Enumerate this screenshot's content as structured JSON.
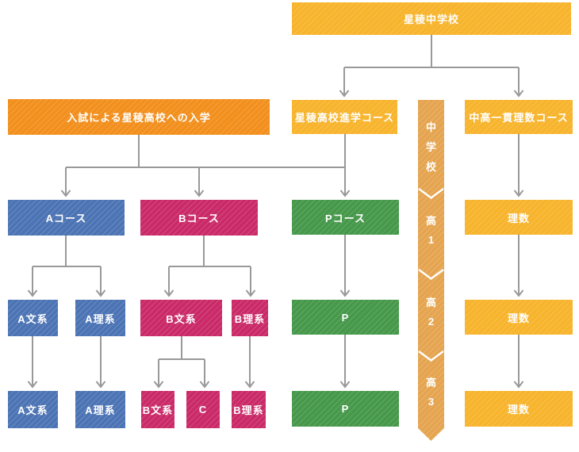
{
  "palette": {
    "yellow": "#f7b42c",
    "orange": "#f28f1d",
    "ribbon_orange": "#e5a44f",
    "blue": "#4c74b4",
    "pink": "#ca2a68",
    "green": "#46984a",
    "connector_gray": "#999999",
    "text_white": "#ffffff"
  },
  "nodes": {
    "junior_high": {
      "label": "星稜中学校"
    },
    "exam_entry": {
      "label": "入試による星稜高校への入学"
    },
    "shingaku_course": {
      "label": "星稜高校進学コース"
    },
    "ikkan_course": {
      "label": "中高一貫理数コース"
    },
    "course_a": {
      "label": "Aコース"
    },
    "course_b": {
      "label": "Bコース"
    },
    "course_p": {
      "label": "Pコース"
    },
    "risu_h1": {
      "label": "理数"
    },
    "a_bunkei_h2": {
      "label": "A文系"
    },
    "a_rikei_h2": {
      "label": "A理系"
    },
    "b_bunkei_h2": {
      "label": "B文系"
    },
    "b_rikei_h2": {
      "label": "B理系"
    },
    "p_h2": {
      "label": "P"
    },
    "risu_h2": {
      "label": "理数"
    },
    "a_bunkei_h3": {
      "label": "A文系"
    },
    "a_rikei_h3": {
      "label": "A理系"
    },
    "b_bunkei_h3": {
      "label": "B文系"
    },
    "c_h3": {
      "label": "C"
    },
    "b_rikei_h3": {
      "label": "B理系"
    },
    "p_h3": {
      "label": "P"
    },
    "risu_h3": {
      "label": "理数"
    }
  },
  "timeline": {
    "junior_high": "中学校",
    "h1": "高1",
    "h2": "高2",
    "h3": "高3"
  }
}
